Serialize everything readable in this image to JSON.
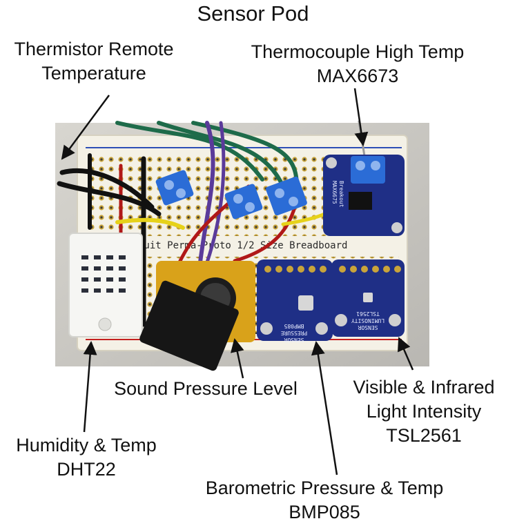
{
  "title": "Sensor Pod",
  "labels": {
    "thermistor": [
      "Thermistor Remote",
      "Temperature"
    ],
    "thermocouple": [
      "Thermocouple High Temp",
      "MAX6673"
    ],
    "sound": [
      "Sound Pressure Level"
    ],
    "light": [
      "Visible & Infrared",
      "Light Intensity",
      "TSL2561"
    ],
    "humidity": [
      "Humidity & Temp",
      "DHT22"
    ],
    "barometric": [
      "Barometric Pressure & Temp",
      "BMP085"
    ]
  },
  "board_silkscreen": "ruit Perma-Proto 1/2 Size Breadboard",
  "chips": {
    "max6675": [
      "MAX6675",
      "Breakout"
    ],
    "bmp085": [
      "BMP085",
      "PRESSURE",
      "SENSOR"
    ],
    "tsl2561": [
      "TSL2561",
      "LUMINOSITY",
      "SENSOR"
    ]
  },
  "colors": {
    "board": "#f4f1e6",
    "pcb_blue": "#1f2f86",
    "terminal_blue": "#2b6cd6",
    "mic_board": "#d9a21a",
    "wire_green": "#1e6b4a",
    "wire_red": "#b01818",
    "wire_purple": "#5a3a9a"
  }
}
